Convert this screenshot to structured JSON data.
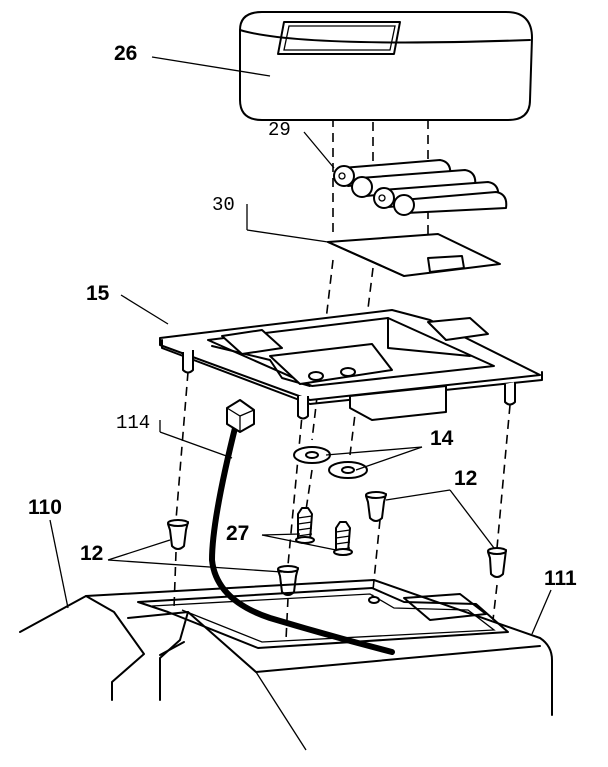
{
  "labels": {
    "l26": "26",
    "l29": "29",
    "l30": "30",
    "l15": "15",
    "l114": "114",
    "l14": "14",
    "l12a": "12",
    "l12b": "12",
    "l27": "27",
    "l110": "110",
    "l111": "111"
  }
}
